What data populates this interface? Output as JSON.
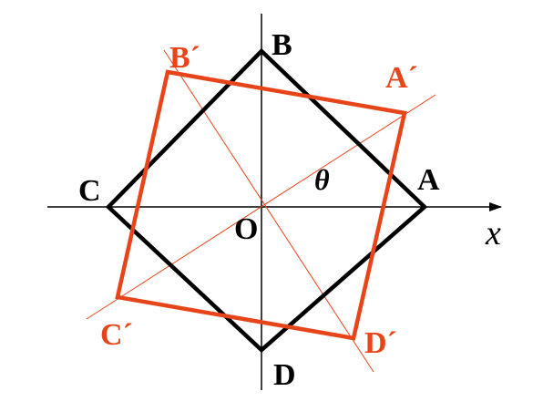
{
  "colors": {
    "original": "#000000",
    "rotated": "#e8441a",
    "axis": "#000000"
  },
  "labels": {
    "origin": "O",
    "x_axis": "x",
    "angle": "θ",
    "original": {
      "A": "A",
      "B": "B",
      "C": "C",
      "D": "D"
    },
    "rotated": {
      "A": "A´",
      "B": "B´",
      "C": "C´",
      "D": "D´"
    }
  }
}
